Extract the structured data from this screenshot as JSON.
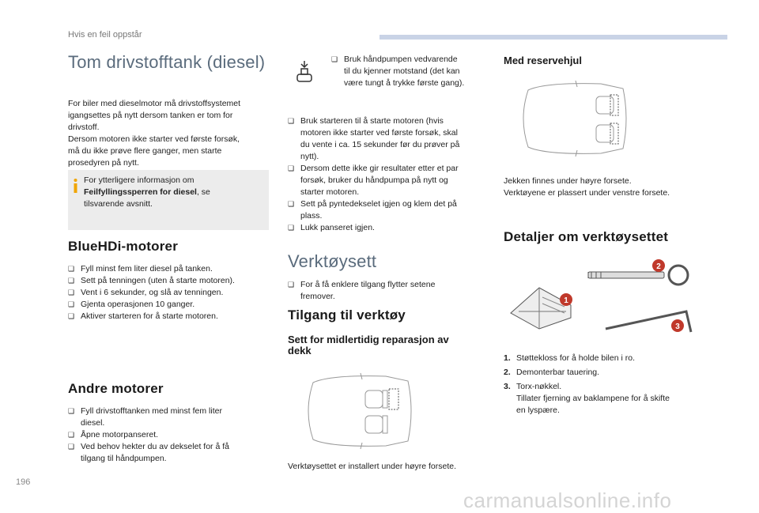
{
  "header": {
    "section": "Hvis en feil oppstår"
  },
  "page_number": "196",
  "watermark": "carmanualsonline.info",
  "col1": {
    "title": "Tom drivstofftank (diesel)",
    "intro": [
      "For biler med dieselmotor må drivstoffsystemet",
      "igangsettes på nytt dersom tanken er tom for",
      "drivstoff.",
      "Dersom motoren ikke starter ved første forsøk,",
      "må du ikke prøve flere ganger, men starte",
      "prosedyren på nytt."
    ],
    "info": {
      "line1": "For ytterligere informasjon om",
      "bold": "Feilfyllingssperren for diesel",
      "after_bold": ", se",
      "line3": "tilsvarende avsnitt."
    },
    "bluehdi": {
      "heading": "BlueHDi-motorer",
      "items": [
        "Fyll minst fem liter diesel på tanken.",
        "Sett på tenningen (uten å starte motoren).",
        "Vent i 6 sekunder, og slå av tenningen.",
        "Gjenta operasjonen 10 ganger.",
        "Aktiver starteren for å starte motoren."
      ]
    },
    "andre": {
      "heading": "Andre motorer",
      "items": [
        [
          "Fyll drivstofftanken med minst fem liter",
          "diesel."
        ],
        [
          "Åpne motorpanseret."
        ],
        [
          "Ved behov hekter du av dekselet for å få",
          "tilgang til håndpumpen."
        ]
      ]
    }
  },
  "col2": {
    "pump_items": [
      [
        "Bruk håndpumpen vedvarende",
        "til du kjenner motstand (det kan",
        "være tungt å trykke første gang)."
      ]
    ],
    "steps": [
      [
        "Bruk starteren til å starte motoren (hvis",
        "motoren ikke starter ved første forsøk, skal",
        "du vente i ca. 15 sekunder før du prøver på",
        "nytt)."
      ],
      [
        "Dersom dette ikke gir resultater etter et par",
        "forsøk, bruker du håndpumpa på nytt og",
        "starter motoren."
      ],
      [
        "Sett på pyntedekselet igjen og klem det på",
        "plass."
      ],
      [
        "Lukk panseret igjen."
      ]
    ],
    "verktoy_title": "Verktøysett",
    "verktoy_items": [
      [
        "For å få enklere tilgang flytter setene",
        "fremover."
      ]
    ],
    "tilgang_heading": "Tilgang til verktøy",
    "sett_heading_1": "Sett for midlertidig reparasjon av",
    "sett_heading_2": "dekk",
    "caption": "Verktøysettet er installert under høyre forsete."
  },
  "col3": {
    "reserve_heading": "Med reservehjul",
    "reserve_text": [
      "Jekken finnes under høyre forsete.",
      "Verktøyene er plassert under venstre forsete."
    ],
    "detaljer_heading": "Detaljer om verktøysettet",
    "callouts": [
      "1",
      "2",
      "3"
    ],
    "callout_color": "#c0392b",
    "items": [
      {
        "num": "1.",
        "lines": [
          "Støttekloss for å holde bilen i ro."
        ]
      },
      {
        "num": "2.",
        "lines": [
          "Demonterbar tauering."
        ]
      },
      {
        "num": "3.",
        "lines": [
          "Torx-nøkkel.",
          "Tillater fjerning av baklampene for å skifte",
          "en lyspære."
        ]
      }
    ]
  },
  "icons": {
    "bullet": "square-arrow-bullet-icon",
    "info": "info-icon",
    "pump": "hand-pump-icon"
  }
}
